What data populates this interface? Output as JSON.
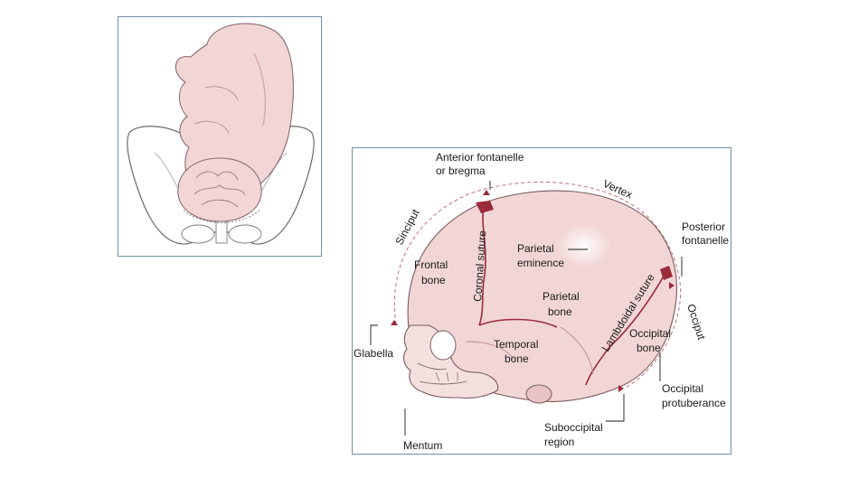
{
  "labels": {
    "anterior_fontanelle": [
      "Anterior fontanelle",
      "or bregma"
    ],
    "vertex": "Vertex",
    "sinciput": "Sinciput",
    "posterior_fontanelle": [
      "Posterior",
      "fontanelle"
    ],
    "coronal_suture": "Coronal suture",
    "parietal_eminence": [
      "Parietal",
      "eminence"
    ],
    "frontal_bone": [
      "Frontal",
      "bone"
    ],
    "parietal_bone": [
      "Parietal",
      "bone"
    ],
    "occiput": "Occiput",
    "lambdoidal_suture": "Lambdoidal suture",
    "occipital_bone": [
      "Occipital",
      "bone"
    ],
    "glabella": "Glabella",
    "temporal_bone": [
      "Temporal",
      "bone"
    ],
    "occipital_protuberance": [
      "Occipital",
      "protuberance"
    ],
    "suboccipital_region": [
      "Suboccipital",
      "region"
    ],
    "mentum": "Mentum"
  },
  "colors": {
    "skin": "#f2d6d6",
    "skin_shade": "#e3b9bc",
    "pelvis": "#ffffff",
    "suture": "#9b2a3a",
    "dashed_arc": "#c0606c",
    "panel_border": "#6f8fa8"
  }
}
